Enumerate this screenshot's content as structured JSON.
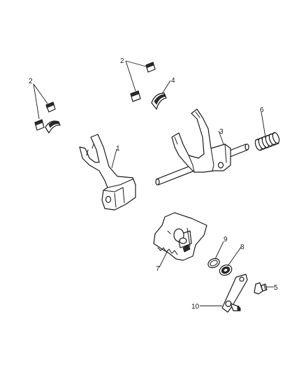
{
  "callouts": {
    "c1": "1",
    "c2a": "2",
    "c2b": "2",
    "c3": "3",
    "c4": "4",
    "c5": "5",
    "c6": "6",
    "c7": "7",
    "c8": "8",
    "c9": "9",
    "c10": "10"
  }
}
